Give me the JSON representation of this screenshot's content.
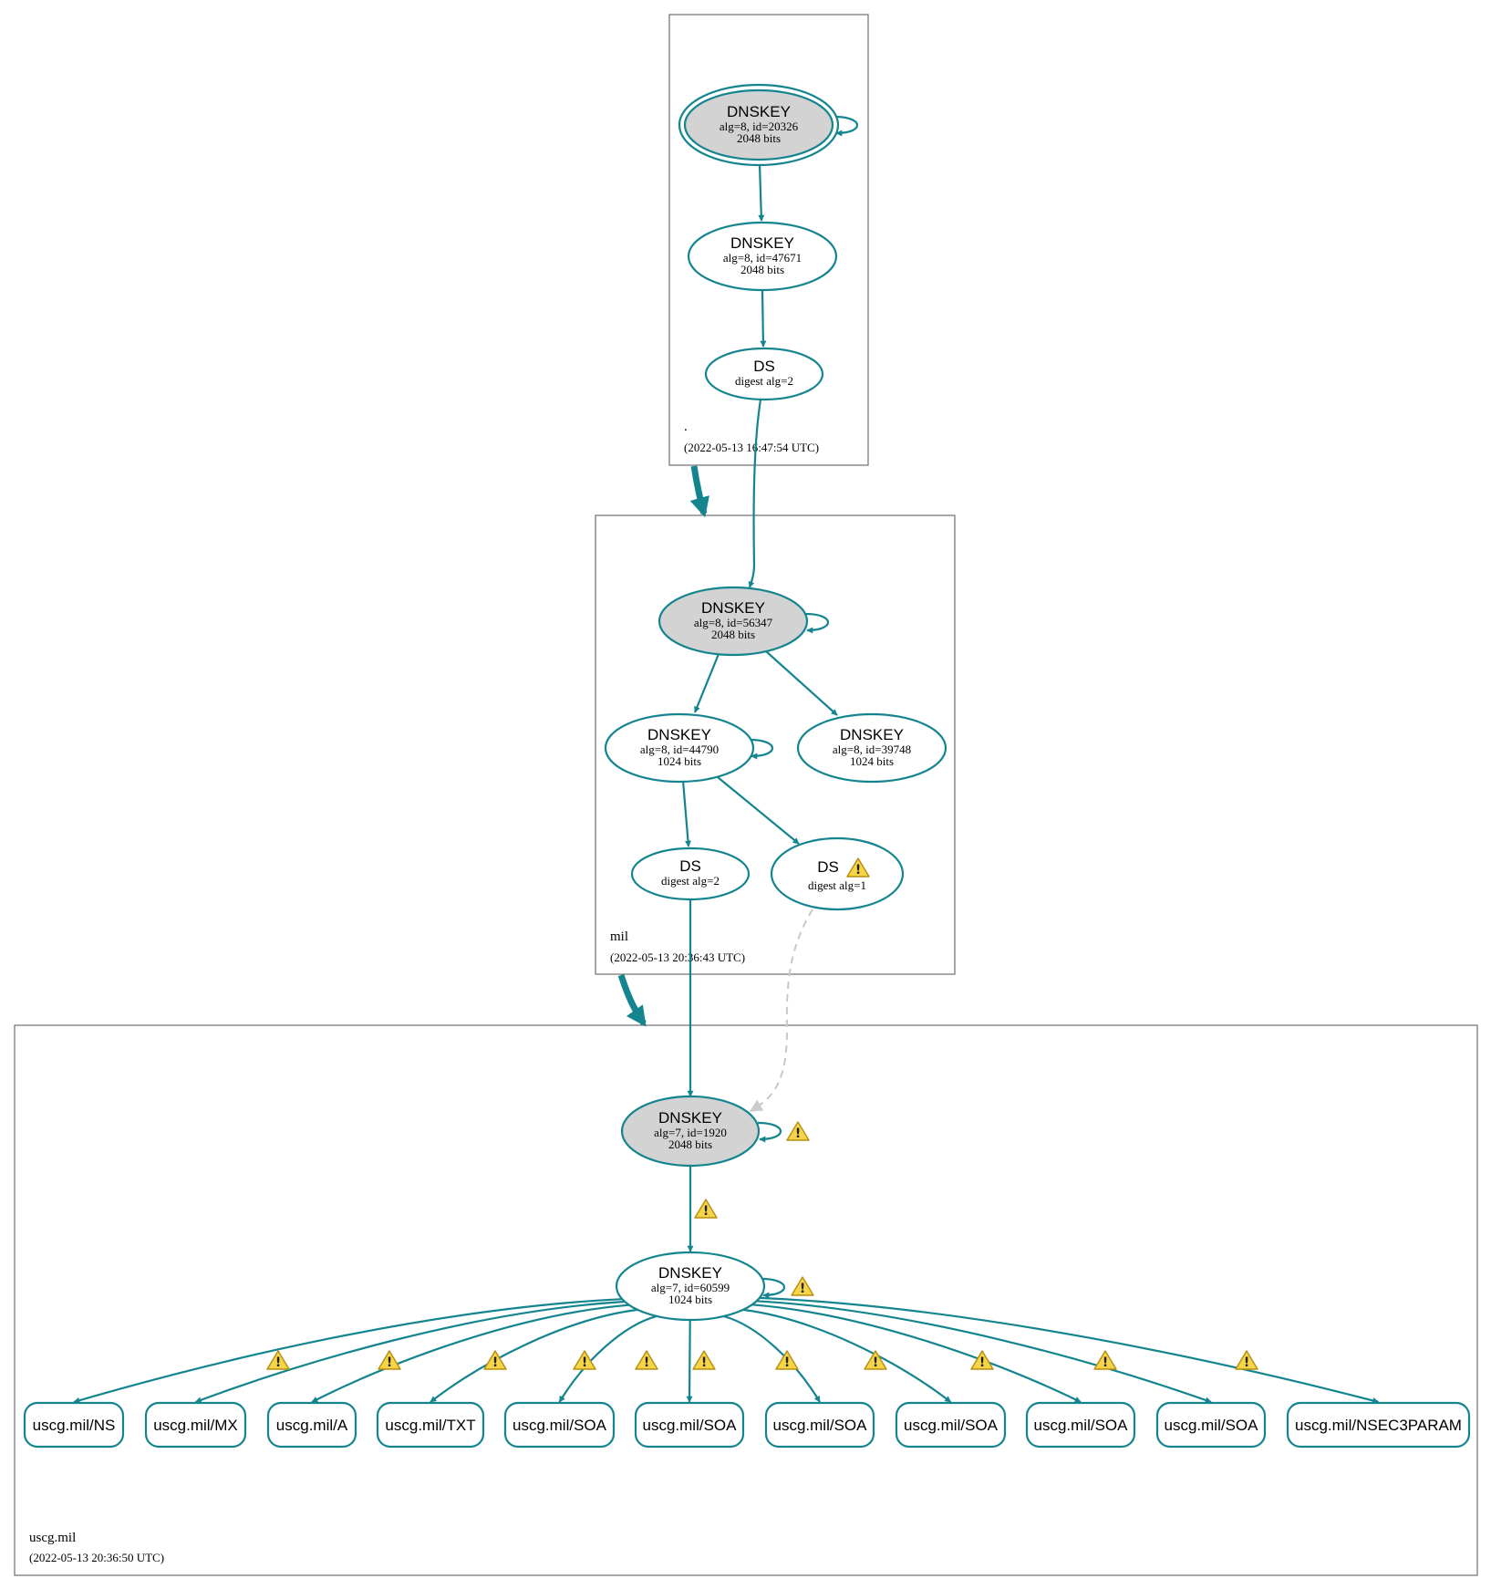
{
  "colors": {
    "edge": "#14858f",
    "secure_entry_fill": "#d3d3d3",
    "dashed_edge": "#c8c8c8",
    "warning_fill": "#f5d547"
  },
  "zones": {
    "root": {
      "label": ".",
      "timestamp": "(2022-05-13 16:47:54 UTC)"
    },
    "mil": {
      "label": "mil",
      "timestamp": "(2022-05-13 20:36:43 UTC)"
    },
    "uscg": {
      "label": "uscg.mil",
      "timestamp": "(2022-05-13 20:36:50 UTC)"
    }
  },
  "nodes": {
    "root_ksk": {
      "title": "DNSKEY",
      "line1": "alg=8, id=20326",
      "line2": "2048 bits"
    },
    "root_zsk": {
      "title": "DNSKEY",
      "line1": "alg=8, id=47671",
      "line2": "2048 bits"
    },
    "root_ds": {
      "title": "DS",
      "line1": "digest alg=2"
    },
    "mil_ksk": {
      "title": "DNSKEY",
      "line1": "alg=8, id=56347",
      "line2": "2048 bits"
    },
    "mil_zsk1": {
      "title": "DNSKEY",
      "line1": "alg=8, id=44790",
      "line2": "1024 bits"
    },
    "mil_zsk2": {
      "title": "DNSKEY",
      "line1": "alg=8, id=39748",
      "line2": "1024 bits"
    },
    "mil_ds2": {
      "title": "DS",
      "line1": "digest alg=2"
    },
    "mil_ds1": {
      "title": "DS",
      "line1": "digest alg=1"
    },
    "uscg_ksk": {
      "title": "DNSKEY",
      "line1": "alg=7, id=1920",
      "line2": "2048 bits"
    },
    "uscg_zsk": {
      "title": "DNSKEY",
      "line1": "alg=7, id=60599",
      "line2": "1024 bits"
    }
  },
  "rrsets": [
    "uscg.mil/NS",
    "uscg.mil/MX",
    "uscg.mil/A",
    "uscg.mil/TXT",
    "uscg.mil/SOA",
    "uscg.mil/SOA",
    "uscg.mil/SOA",
    "uscg.mil/SOA",
    "uscg.mil/SOA",
    "uscg.mil/SOA",
    "uscg.mil/NSEC3PARAM"
  ],
  "warning_icon": "warning-triangle-icon"
}
